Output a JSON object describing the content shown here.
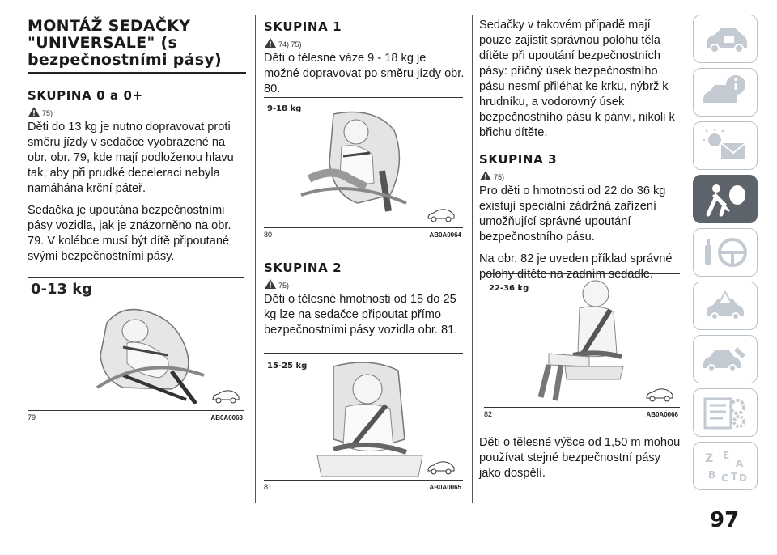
{
  "col1": {
    "title": "MONTÁŽ SEDAČKY \"UNIVERSALE\" (s bezpečnostními pásy)",
    "group0_heading": "SKUPINA 0 a 0+",
    "group0_ref": "75)",
    "group0_p1": "Děti do 13 kg je nutno dopravovat proti směru jízdy v sedačce vyobrazené na obr. obr. 79, kde mají podloženou hlavu tak, aby při prudké deceleraci nebyla namáhána krční páteř.",
    "group0_p2": "Sedačka je upoutána bezpečnostními pásy vozidla, jak je znázorněno na obr. 79. V kolébce musí být dítě připoutané svými bezpečnostními pásy.",
    "fig79": {
      "label": "0-13 kg",
      "number": "79",
      "code": "AB0A0063"
    }
  },
  "col2": {
    "group1_heading": "SKUPINA 1",
    "group1_ref": "74) 75)",
    "group1_p1": "Děti o tělesné váze 9 - 18 kg je možné dopravovat po směru jízdy obr. 80.",
    "fig80": {
      "label": "9-18 kg",
      "number": "80",
      "code": "AB0A0064"
    },
    "group2_heading": "SKUPINA 2",
    "group2_ref": "75)",
    "group2_p1": "Děti o tělesné hmotnosti od 15 do 25 kg lze na sedačce připoutat přímo bezpečnostními pásy vozidla obr. 81.",
    "fig81": {
      "label": "15-25 kg",
      "number": "81",
      "code": "AB0A0065"
    }
  },
  "col3": {
    "intro_p": "Sedačky v takovém případě mají pouze zajistit správnou polohu těla dítěte při upoutání bezpečnostních pásy: příčný úsek bezpečnostního pásu nesmí přiléhat ke krku, nýbrž k hrudníku, a vodorovný úsek bezpečnostního pásu k pánvi, nikoli k břichu dítěte.",
    "group3_heading": "SKUPINA 3",
    "group3_ref": "75)",
    "group3_p1": "Pro děti o hmotnosti od 22 do 36 kg existují speciální zádržná zařízení umožňující správné upoutání bezpečnostního pásu.",
    "group3_p2": "Na obr. 82 je uveden příklad správné polohy dítěte na zadním sedadle.",
    "fig82": {
      "label": "22-36 kg",
      "number": "82",
      "code": "AB0A0066"
    },
    "final_p": "Děti o tělesné výšce od 1,50 m mohou používat stejné bezpečnostní pásy jako dospělí."
  },
  "sidebar": {
    "tabs": [
      {
        "icon": "car-dashboard-icon",
        "active": false
      },
      {
        "icon": "car-info-icon",
        "active": false
      },
      {
        "icon": "warning-lights-icon",
        "active": false
      },
      {
        "icon": "airbag-safety-icon",
        "active": true
      },
      {
        "icon": "key-steering-icon",
        "active": false
      },
      {
        "icon": "car-emergency-icon",
        "active": false
      },
      {
        "icon": "car-maintenance-icon",
        "active": false
      },
      {
        "icon": "specs-gear-icon",
        "active": false
      },
      {
        "icon": "alphabet-index-icon",
        "active": false
      }
    ]
  },
  "page_number": "97",
  "colors": {
    "active_tab": "#5c636a",
    "tab_border": "#b9c2ca",
    "text": "#1a1a1a"
  }
}
